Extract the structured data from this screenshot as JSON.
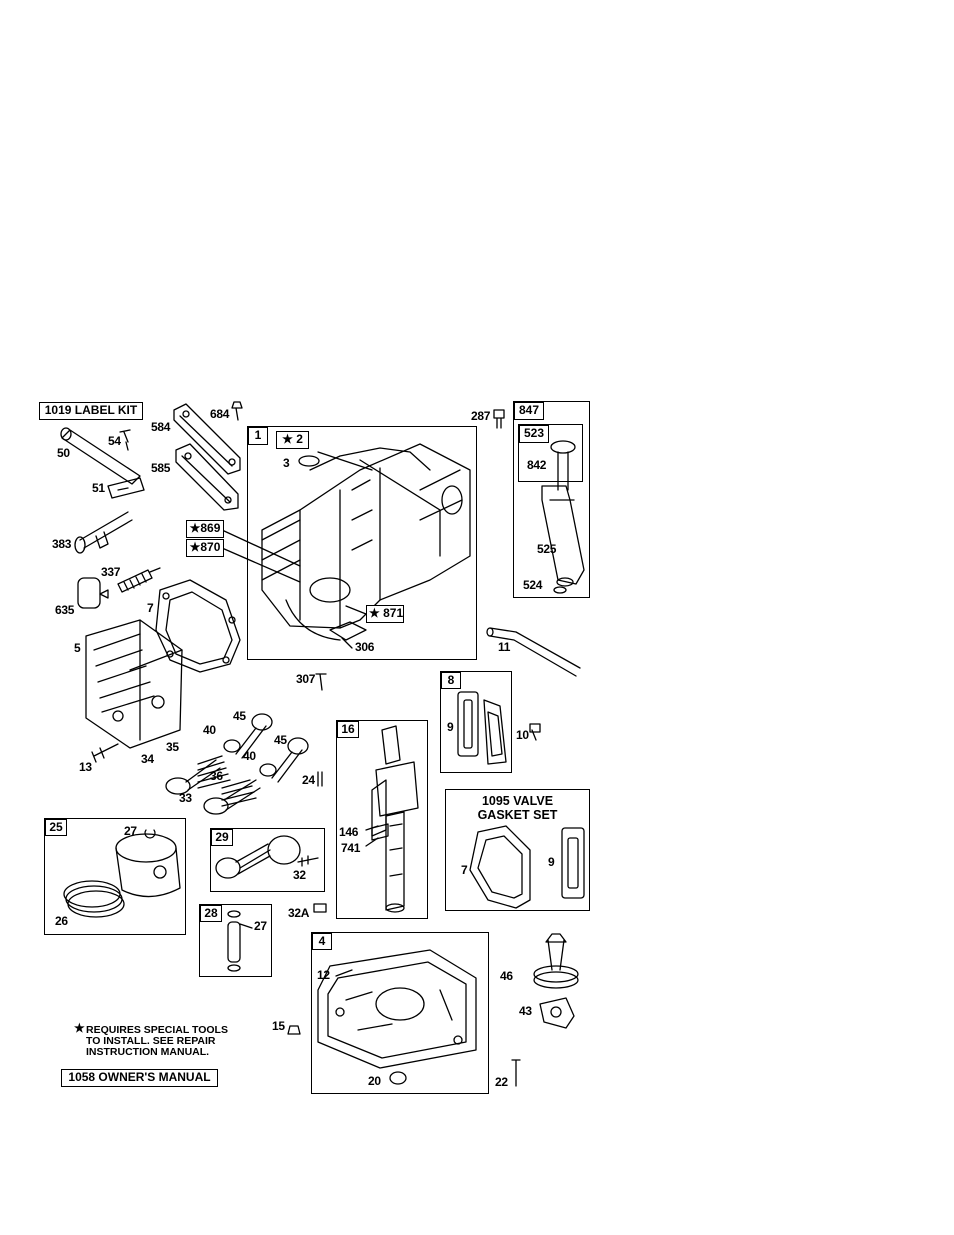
{
  "kits": {
    "label_kit": "1019 LABEL KIT",
    "owners_manual": "1058 OWNER'S MANUAL",
    "valve_gasket_set_line1": "1095 VALVE",
    "valve_gasket_set_line2": "GASKET SET"
  },
  "note": {
    "star": "★",
    "line1": "REQUIRES SPECIAL TOOLS",
    "line2": "TO INSTALL.  SEE REPAIR",
    "line3": "INSTRUCTION MANUAL."
  },
  "box_tags": {
    "b1": "1",
    "b2": "★ 2",
    "b847": "847",
    "b523": "523",
    "b869": "★869",
    "b870": "★870",
    "b871": "★ 871",
    "b8": "8",
    "b16": "16",
    "b25": "25",
    "b29": "29",
    "b28": "28",
    "b4": "4"
  },
  "parts": {
    "p684": "684",
    "p584": "584",
    "p585": "585",
    "p54": "54",
    "p50": "50",
    "p51": "51",
    "p383": "383",
    "p337": "337",
    "p635": "635",
    "p7a": "7",
    "p5": "5",
    "p3": "3",
    "p306": "306",
    "p287": "287",
    "p842": "842",
    "p525": "525",
    "p524": "524",
    "p11": "11",
    "p307": "307",
    "p9a": "9",
    "p10": "10",
    "p45a": "45",
    "p40a": "40",
    "p45b": "45",
    "p35": "35",
    "p34": "34",
    "p40b": "40",
    "p36": "36",
    "p33": "33",
    "p13": "13",
    "p24": "24",
    "p146": "146",
    "p741": "741",
    "p27a": "27",
    "p26": "26",
    "p32": "32",
    "p32a": "32A",
    "p27b": "27",
    "p7b": "7",
    "p9b": "9",
    "p12": "12",
    "p15": "15",
    "p20": "20",
    "p22": "22",
    "p46": "46",
    "p43": "43"
  }
}
